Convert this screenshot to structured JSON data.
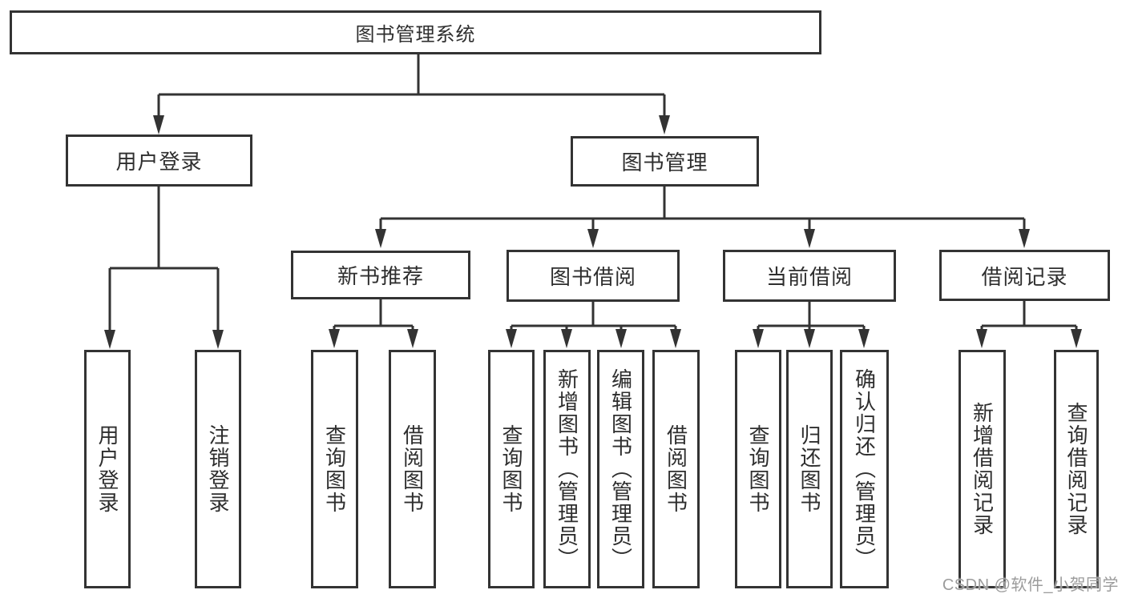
{
  "diagram": {
    "title": "图书管理系统",
    "root": {
      "label": "图书管理系统"
    },
    "level2": [
      {
        "label": "用户登录"
      },
      {
        "label": "图书管理"
      }
    ],
    "level3": [
      {
        "label": "新书推荐"
      },
      {
        "label": "图书借阅"
      },
      {
        "label": "当前借阅"
      },
      {
        "label": "借阅记录"
      }
    ],
    "leaves": {
      "user_login": [
        {
          "label": "用户登录"
        },
        {
          "label": "注销登录"
        }
      ],
      "new_book": [
        {
          "label": "查询图书"
        },
        {
          "label": "借阅图书"
        }
      ],
      "book_borrow": [
        {
          "label": "查询图书"
        },
        {
          "label": "新增图书（管理员）"
        },
        {
          "label": "编辑图书（管理员）"
        },
        {
          "label": "借阅图书"
        }
      ],
      "current_borrow": [
        {
          "label": "查询图书"
        },
        {
          "label": "归还图书"
        },
        {
          "label": "确认归还（管理员）"
        }
      ],
      "borrow_records": [
        {
          "label": "新增借阅记录"
        },
        {
          "label": "查询借阅记录"
        }
      ]
    }
  },
  "watermark": {
    "text": "CSDN @软件_小贺同学"
  },
  "colors": {
    "line": "#333333",
    "text": "#2e2e2e",
    "background": "#ffffff",
    "watermark": "#9c9c9c"
  }
}
